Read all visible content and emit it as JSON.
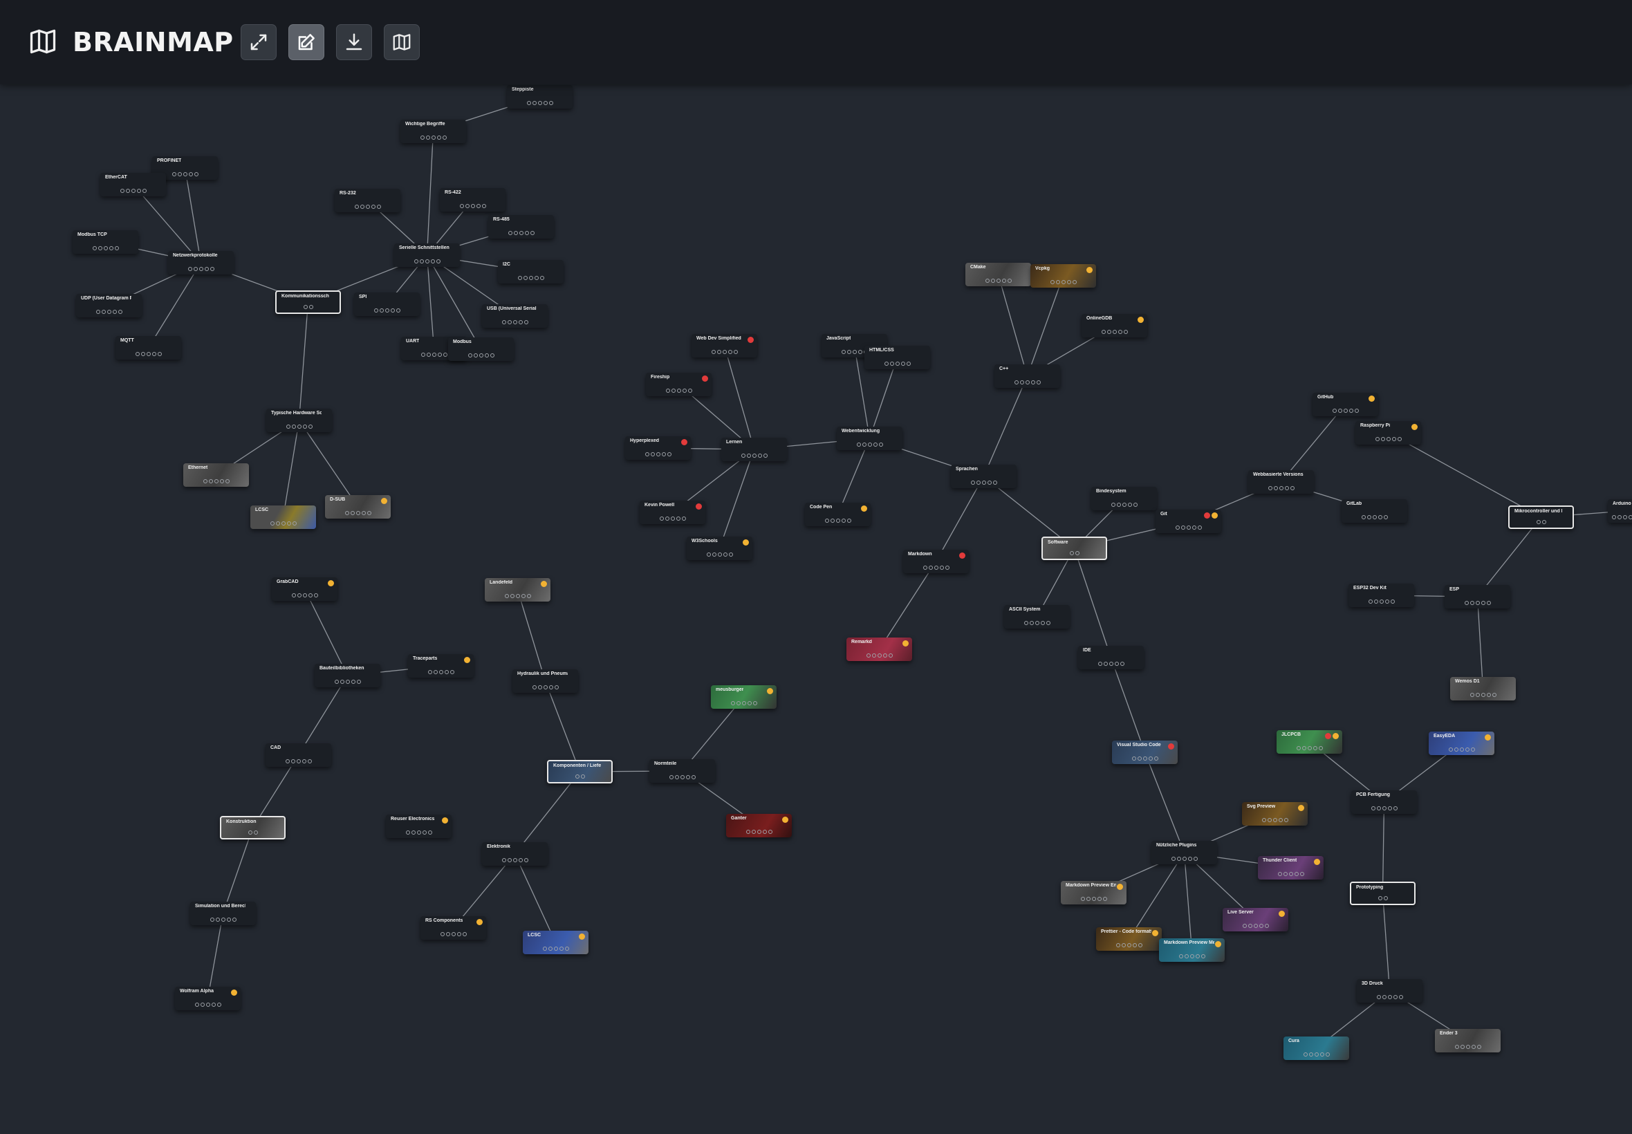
{
  "app": {
    "title": "BRAINMAP",
    "logo_icon": "open-book-icon"
  },
  "toolbar": {
    "buttons": [
      {
        "name": "fullscreen",
        "icon": "expand-arrows-icon",
        "active": false
      },
      {
        "name": "edit",
        "icon": "pencil-edit-icon",
        "active": true
      },
      {
        "name": "download",
        "icon": "download-icon",
        "active": false
      },
      {
        "name": "map",
        "icon": "book-map-icon",
        "active": false
      }
    ]
  },
  "colors": {
    "background": "#232830",
    "topbar": "#181b21",
    "node": "#1b1f25",
    "edge": "#8f949b",
    "badge_done": "#f2b233",
    "badge_alert": "#e23b3b"
  },
  "legend": {
    "dot_count": 5
  },
  "nodes": [
    {
      "id": "wichtige-begriffe",
      "label": "Wichtige Begriffe"
    },
    {
      "id": "steppiste",
      "label": "Steppiste"
    },
    {
      "id": "profinet",
      "label": "PROFINET"
    },
    {
      "id": "ethercat",
      "label": "EtherCAT"
    },
    {
      "id": "modbus-tcp",
      "label": "Modbus TCP"
    },
    {
      "id": "netzwerkprotokolle",
      "label": "Netzwerkprotokolle"
    },
    {
      "id": "udp",
      "label": "UDP (User Datagram Protoc..."
    },
    {
      "id": "mqtt",
      "label": "MQTT"
    },
    {
      "id": "kommunikation",
      "label": "Kommunikationsschnittste..."
    },
    {
      "id": "rs232",
      "label": "RS-232"
    },
    {
      "id": "rs422",
      "label": "RS-422"
    },
    {
      "id": "rs485",
      "label": "RS-485"
    },
    {
      "id": "serielle",
      "label": "Serielle Schnittstellen"
    },
    {
      "id": "i2c",
      "label": "I2C"
    },
    {
      "id": "spi",
      "label": "SPI"
    },
    {
      "id": "usb",
      "label": "USB (Universal Serial Bus)"
    },
    {
      "id": "uart",
      "label": "UART"
    },
    {
      "id": "modbus",
      "label": "Modbus"
    },
    {
      "id": "hardware-schnitt",
      "label": "Typische Hardware Schnitts..."
    },
    {
      "id": "ethernet",
      "label": "Ethernet"
    },
    {
      "id": "lcsc-1",
      "label": "LCSC"
    },
    {
      "id": "dsub",
      "label": "D-SUB"
    },
    {
      "id": "grabcad",
      "label": "GrabCAD"
    },
    {
      "id": "bauteilbib",
      "label": "Bauteilbibliotheken"
    },
    {
      "id": "traceparts",
      "label": "Traceparts"
    },
    {
      "id": "cad",
      "label": "CAD"
    },
    {
      "id": "konstruktion",
      "label": "Konstruktion"
    },
    {
      "id": "simulation",
      "label": "Simulation und Berechnung"
    },
    {
      "id": "wolfram",
      "label": "Wolfram Alpha"
    },
    {
      "id": "landefeld",
      "label": "Landefeld"
    },
    {
      "id": "hydraulik",
      "label": "Hydraulik und Pneumatik"
    },
    {
      "id": "komponenten",
      "label": "Komponenten / Lieferanten"
    },
    {
      "id": "normteile",
      "label": "Normteile"
    },
    {
      "id": "meusburger",
      "label": "meusburger"
    },
    {
      "id": "ganter",
      "label": "Ganter"
    },
    {
      "id": "reuser",
      "label": "Reuser Electronics"
    },
    {
      "id": "elektronik",
      "label": "Elektronik"
    },
    {
      "id": "rs-components",
      "label": "RS Components"
    },
    {
      "id": "lcsc-2",
      "label": "LCSC"
    },
    {
      "id": "webdev-simplified",
      "label": "Web Dev Simplified"
    },
    {
      "id": "fireship",
      "label": "Fireship"
    },
    {
      "id": "hyperplexed",
      "label": "Hyperplexed"
    },
    {
      "id": "lernen",
      "label": "Lernen"
    },
    {
      "id": "kevin-powell",
      "label": "Kevin Powell"
    },
    {
      "id": "w3schools",
      "label": "W3Schools"
    },
    {
      "id": "javascript",
      "label": "JavaScript"
    },
    {
      "id": "html-css",
      "label": "HTML/CSS"
    },
    {
      "id": "webentwicklung",
      "label": "Webentwicklung"
    },
    {
      "id": "codepen",
      "label": "Code Pen"
    },
    {
      "id": "cmake",
      "label": "CMake"
    },
    {
      "id": "vcpkg",
      "label": "Vcpkg"
    },
    {
      "id": "onlinegdb",
      "label": "OnlineGDB"
    },
    {
      "id": "cpp",
      "label": "C++"
    },
    {
      "id": "sprachen",
      "label": "Sprachen"
    },
    {
      "id": "markdown",
      "label": "Markdown"
    },
    {
      "id": "remarkd",
      "label": "Remarkd"
    },
    {
      "id": "software",
      "label": "Software"
    },
    {
      "id": "bindesystem",
      "label": "Bindesystem"
    },
    {
      "id": "git",
      "label": "Git"
    },
    {
      "id": "asciisystem",
      "label": "ASCII System"
    },
    {
      "id": "ide",
      "label": "IDE"
    },
    {
      "id": "vscode",
      "label": "Visual Studio Code"
    },
    {
      "id": "github",
      "label": "GitHub"
    },
    {
      "id": "webbasierte",
      "label": "Webbasierte Versionskontr..."
    },
    {
      "id": "gitlab",
      "label": "GitLab"
    },
    {
      "id": "raspberry",
      "label": "Raspberry Pi"
    },
    {
      "id": "mikrocontroller",
      "label": "Mikrocontroller und Entwick..."
    },
    {
      "id": "arduino",
      "label": "Arduino"
    },
    {
      "id": "esp32",
      "label": "ESP32 Dev Kit"
    },
    {
      "id": "esp",
      "label": "ESP"
    },
    {
      "id": "wemos",
      "label": "Wemos D1"
    },
    {
      "id": "jlcpcb",
      "label": "JLCPCB"
    },
    {
      "id": "easyeda",
      "label": "EasyEDA"
    },
    {
      "id": "pcb",
      "label": "PCB Fertigung"
    },
    {
      "id": "svg-preview",
      "label": "Svg Preview"
    },
    {
      "id": "thunder",
      "label": "Thunder Client"
    },
    {
      "id": "plugins",
      "label": "Nützliche Plugins"
    },
    {
      "id": "md-preview-enh",
      "label": "Markdown Preview Enh..."
    },
    {
      "id": "live-server",
      "label": "Live Server"
    },
    {
      "id": "prettier",
      "label": "Prettier - Code formatter"
    },
    {
      "id": "md-preview-mer",
      "label": "Markdown Preview Mer..."
    },
    {
      "id": "prototyping",
      "label": "Prototyping"
    },
    {
      "id": "3d-druck",
      "label": "3D Druck"
    },
    {
      "id": "cura",
      "label": "Cura"
    },
    {
      "id": "ender3",
      "label": "Ender 3"
    }
  ]
}
